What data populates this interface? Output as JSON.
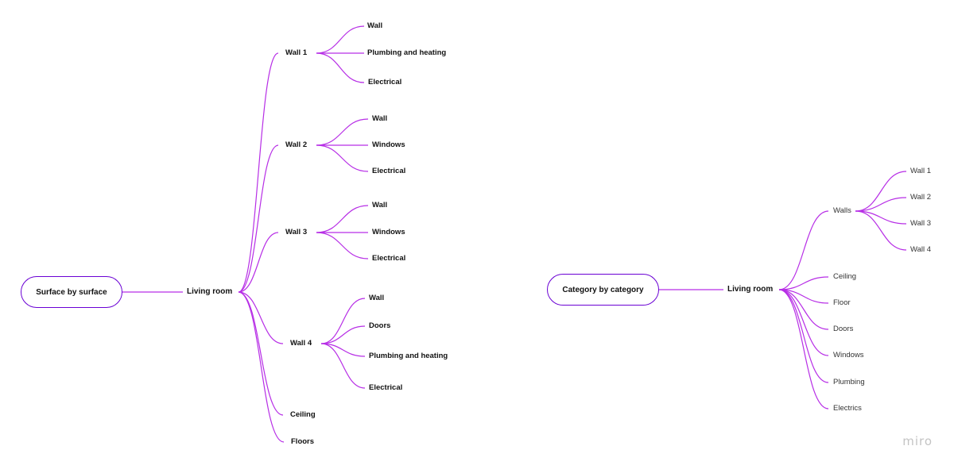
{
  "colors": {
    "edge": "#b72ee6",
    "pill_border": "#6a00d4",
    "text": "#111111",
    "watermark": "#c4c4c4"
  },
  "left_map": {
    "root": "Surface by surface",
    "hub": "Living room",
    "wall1": {
      "label": "Wall 1",
      "children": [
        "Wall",
        "Plumbing and heating",
        "Electrical"
      ]
    },
    "wall2": {
      "label": "Wall 2",
      "children": [
        "Wall",
        "Windows",
        "Electrical"
      ]
    },
    "wall3": {
      "label": "Wall 3",
      "children": [
        "Wall",
        "Windows",
        "Electrical"
      ]
    },
    "wall4": {
      "label": "Wall 4",
      "children": [
        "Wall",
        "Doors",
        "Plumbing and heating",
        "Electrical"
      ]
    },
    "ceiling": "Ceiling",
    "floors": "Floors"
  },
  "right_map": {
    "root": "Category by category",
    "hub": "Living room",
    "walls": {
      "label": "Walls",
      "children": [
        "Wall 1",
        "Wall 2",
        "Wall 3",
        "Wall 4"
      ]
    },
    "ceiling": "Ceiling",
    "floor": "Floor",
    "doors": "Doors",
    "windows": "Windows",
    "plumbing": "Plumbing",
    "electrics": "Electrics"
  },
  "watermark": "miro"
}
